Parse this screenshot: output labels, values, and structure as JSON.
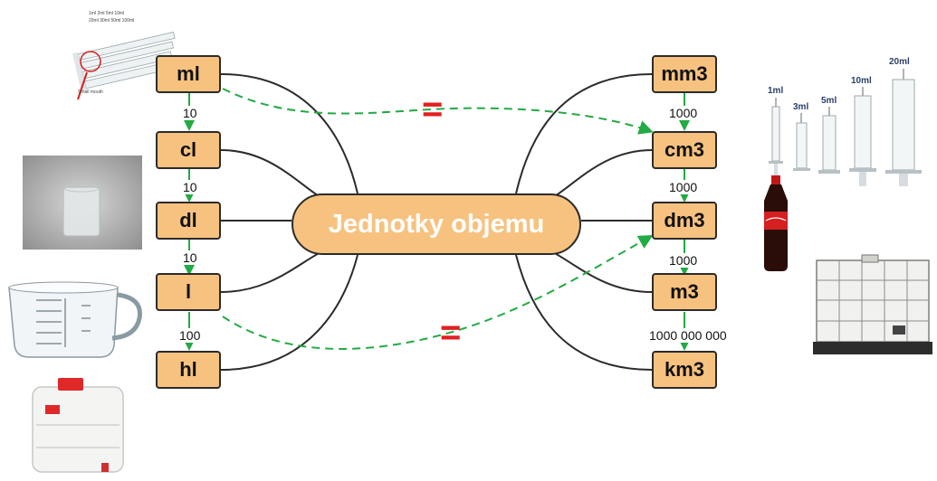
{
  "diagram": {
    "title": "Jednotky objemu",
    "left_units": [
      "ml",
      "cl",
      "dl",
      "l",
      "hl"
    ],
    "left_factors": [
      "10",
      "10",
      "10",
      "100"
    ],
    "right_units": [
      "mm3",
      "cm3",
      "dm3",
      "m3",
      "km3"
    ],
    "right_factors": [
      "1000",
      "1000",
      "1000",
      "1000 000 000"
    ],
    "equals": [
      "=",
      "="
    ]
  },
  "images": {
    "syringes": {
      "labels": [
        "1ml",
        "3ml",
        "5ml",
        "10ml",
        "20ml"
      ]
    },
    "small_syringes": {
      "caption_lines": [
        "1ml  2ml  5ml  10ml",
        "20ml  30ml  50ml  100ml"
      ],
      "note": "Small mouth"
    }
  },
  "colors": {
    "box_fill": "#f7c27f",
    "border": "#2b2b2b",
    "arrow_green": "#22aa44",
    "equals_red": "#e02020"
  }
}
